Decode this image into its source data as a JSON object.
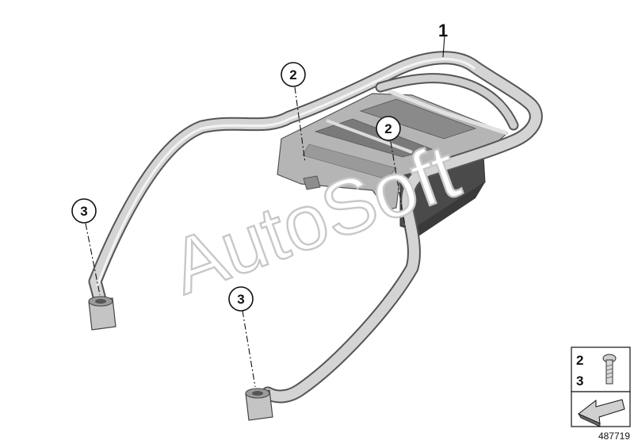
{
  "watermark": {
    "text": "AutoSoft"
  },
  "part_label": "1",
  "callouts": [
    {
      "id": "c2a",
      "label": "2"
    },
    {
      "id": "c2b",
      "label": "2"
    },
    {
      "id": "c3a",
      "label": "3"
    },
    {
      "id": "c3b",
      "label": "3"
    }
  ],
  "legend": {
    "row1": "2",
    "row2": "3"
  },
  "diagram_number": "487719",
  "colors": {
    "tube": "#d3d3d3",
    "tube_outline": "#555555",
    "bracket": "#b2b2b2",
    "bracket_dark": "#454545"
  }
}
